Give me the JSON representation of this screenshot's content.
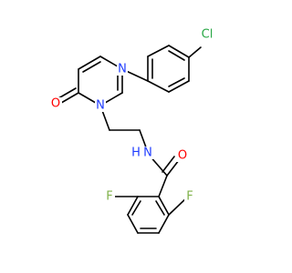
{
  "diagram": {
    "type": "chemical-structure",
    "atoms": {
      "chlorine": "Cl",
      "ring_nitrogen_1": "N",
      "ring_nitrogen_2": "N",
      "pyridazinone_oxygen": "O",
      "amide_oxygen": "O",
      "amide_nitrogen": "N",
      "amide_hydrogen": "H",
      "fluorine_left": "F",
      "fluorine_right": "F"
    },
    "colors": {
      "bond": "#000000",
      "chlorine": "#28a745",
      "nitrogen": "#1f3cff",
      "oxygen": "#ff0000",
      "fluorine": "#7fb24a",
      "carbon": "#000000"
    }
  }
}
